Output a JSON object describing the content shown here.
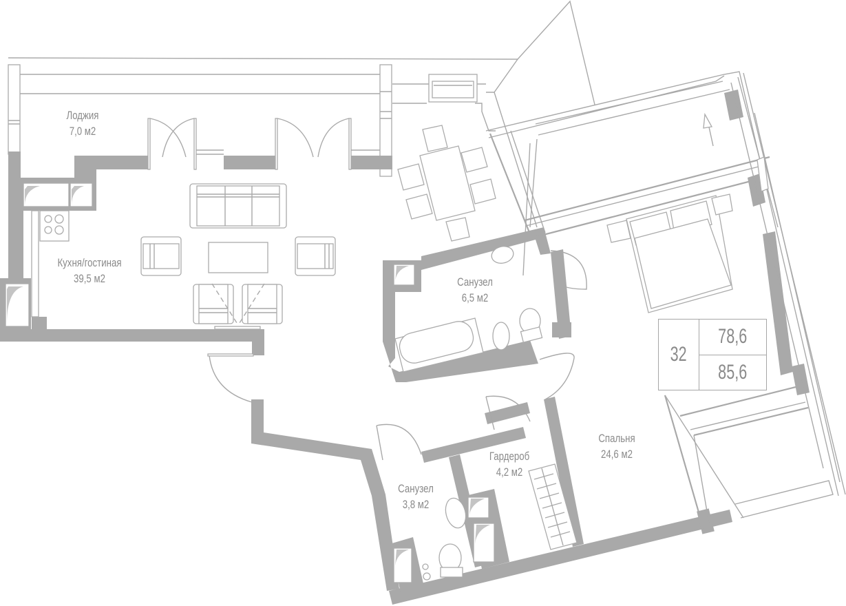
{
  "plan": {
    "apartment_number": "32",
    "living_area": "78,6",
    "total_area": "85,6",
    "colors": {
      "wall": "#a9a9a9",
      "line": "#a9a9a9",
      "text": "#8a8a8a",
      "background": "#ffffff"
    },
    "rooms": [
      {
        "id": "loggia",
        "name": "Лоджия",
        "area": "7,0 м2"
      },
      {
        "id": "kitchen-living",
        "name": "Кухня/гостиная",
        "area": "39,5 м2"
      },
      {
        "id": "bathroom-large",
        "name": "Санузел",
        "area": "6,5 м2"
      },
      {
        "id": "bathroom-small",
        "name": "Санузел",
        "area": "3,8 м2"
      },
      {
        "id": "wardrobe",
        "name": "Гардероб",
        "area": "4,2 м2"
      },
      {
        "id": "bedroom",
        "name": "Спальня",
        "area": "24,6 м2"
      }
    ],
    "icons": [
      "north-arrow-icon",
      "stove-icon",
      "sofa-icon",
      "armchair-icon",
      "coffee-table-icon",
      "dining-table-icon",
      "bed-icon",
      "bathtub-icon",
      "toilet-icon",
      "sink-icon",
      "bidet-icon",
      "wardrobe-rack-icon",
      "door-swing-icon"
    ]
  }
}
